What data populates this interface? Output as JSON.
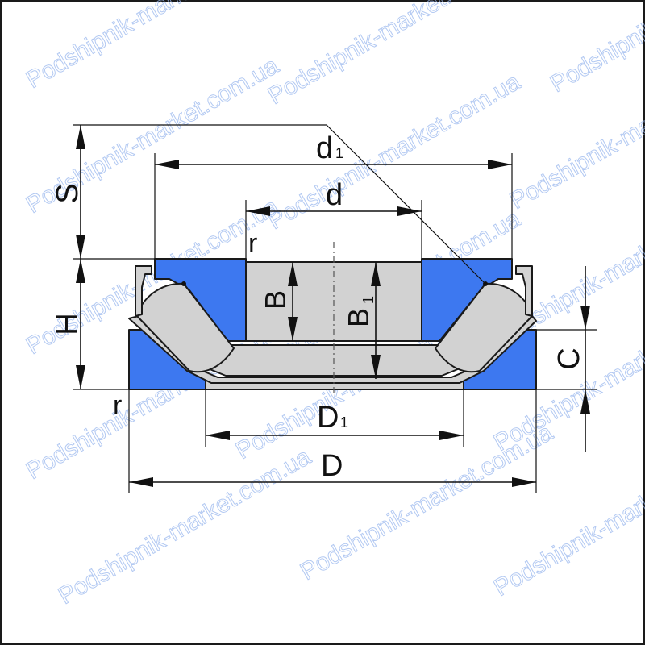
{
  "watermark": {
    "text": "Podshipnik-market.com.ua"
  },
  "labels": {
    "d1": "d",
    "d1_sub": "1",
    "d": "d",
    "S": "S",
    "H": "H",
    "r_top": "r",
    "r_bottom": "r",
    "B": "B",
    "B1": "B",
    "B1_sub": "1",
    "C": "C",
    "D1": "D",
    "D1_sub": "1",
    "D": "D"
  },
  "colors": {
    "rings": "#3d78f0",
    "rollers": "#d2d2d2",
    "lines": "#111111",
    "watermark": "#9ab8ee"
  }
}
